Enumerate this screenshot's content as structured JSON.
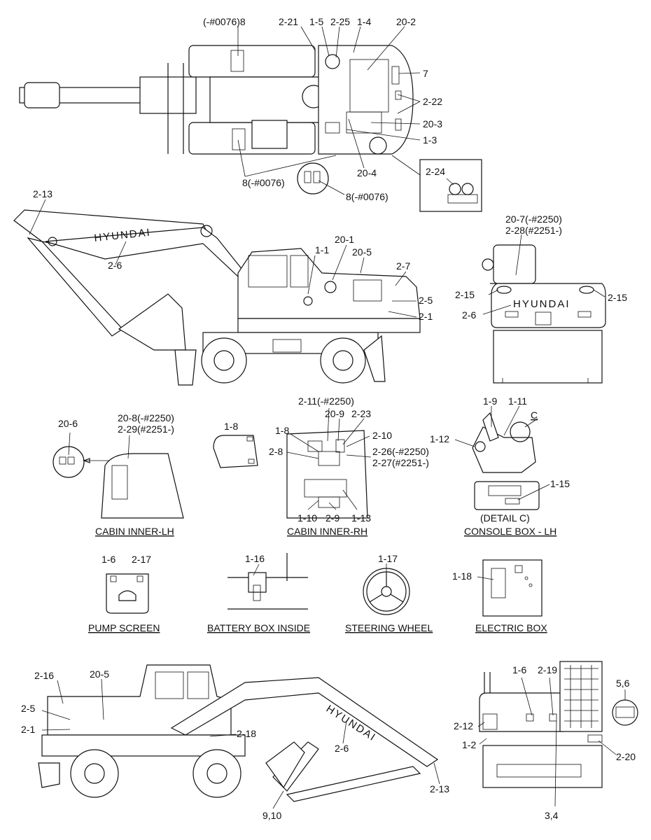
{
  "brand": {
    "name": "HYUNDAI"
  },
  "sections": {
    "cabin_inner_lh": "CABIN INNER-LH",
    "cabin_inner_rh": "CABIN INNER-RH",
    "detail_c": "(DETAIL C)",
    "console_box_lh": "CONSOLE BOX - LH",
    "pump_screen": "PUMP SCREEN",
    "battery_box_inside": "BATTERY BOX INSIDE",
    "steering_wheel": "STEERING WHEEL",
    "electric_box": "ELECTRIC BOX"
  },
  "labels": {
    "top_0076_8": "(-#0076)8",
    "top_2_21": "2-21",
    "top_1_5": "1-5",
    "top_2_25": "2-25",
    "top_1_4": "1-4",
    "top_20_2": "20-2",
    "top_7": "7",
    "top_2_22": "2-22",
    "top_20_3": "20-3",
    "top_1_3": "1-3",
    "top_20_4": "20-4",
    "top_8_0076a": "8(-#0076)",
    "top_8_0076b": "8(-#0076)",
    "top_2_24": "2-24",
    "side_2_13": "2-13",
    "side_2_6": "2-6",
    "side_20_1": "20-1",
    "side_1_1": "1-1",
    "side_20_5": "20-5",
    "side_2_7": "2-7",
    "side_2_5": "2-5",
    "side_2_1": "2-1",
    "rear_20_7": "20-7(-#2250)",
    "rear_2_28": "2-28(#2251-)",
    "rear_2_15a": "2-15",
    "rear_2_15b": "2-15",
    "rear_2_6": "2-6",
    "lh_20_6": "20-6",
    "lh_20_8": "20-8(-#2250)",
    "lh_2_29": "2-29(#2251-)",
    "win_1_8": "1-8",
    "rh_2_11": "2-11(-#2250)",
    "rh_20_9": "20-9",
    "rh_2_23": "2-23",
    "rh_1_8": "1-8",
    "rh_2_10": "2-10",
    "rh_2_8": "2-8",
    "rh_2_26": "2-26(-#2250)",
    "rh_2_27": "2-27(#2251-)",
    "rh_1_10": "1-10",
    "rh_2_9": "2-9",
    "rh_1_13": "1-13",
    "con_1_9": "1-9",
    "con_1_11": "1-11",
    "con_c": "C",
    "con_1_12": "1-12",
    "con_1_15": "1-15",
    "ps_1_6": "1-6",
    "ps_2_17": "2-17",
    "bb_1_16": "1-16",
    "sw_1_17": "1-17",
    "eb_1_18": "1-18",
    "b_2_16": "2-16",
    "b_20_5": "20-5",
    "b_2_5": "2-5",
    "b_2_1": "2-1",
    "b_2_18": "2-18",
    "b_2_6": "2-6",
    "b_2_13": "2-13",
    "b_9_10": "9,10",
    "br_1_6": "1-6",
    "br_2_19": "2-19",
    "br_5_6": "5,6",
    "br_2_12": "2-12",
    "br_1_2": "1-2",
    "br_2_20": "2-20",
    "br_3_4": "3,4"
  }
}
